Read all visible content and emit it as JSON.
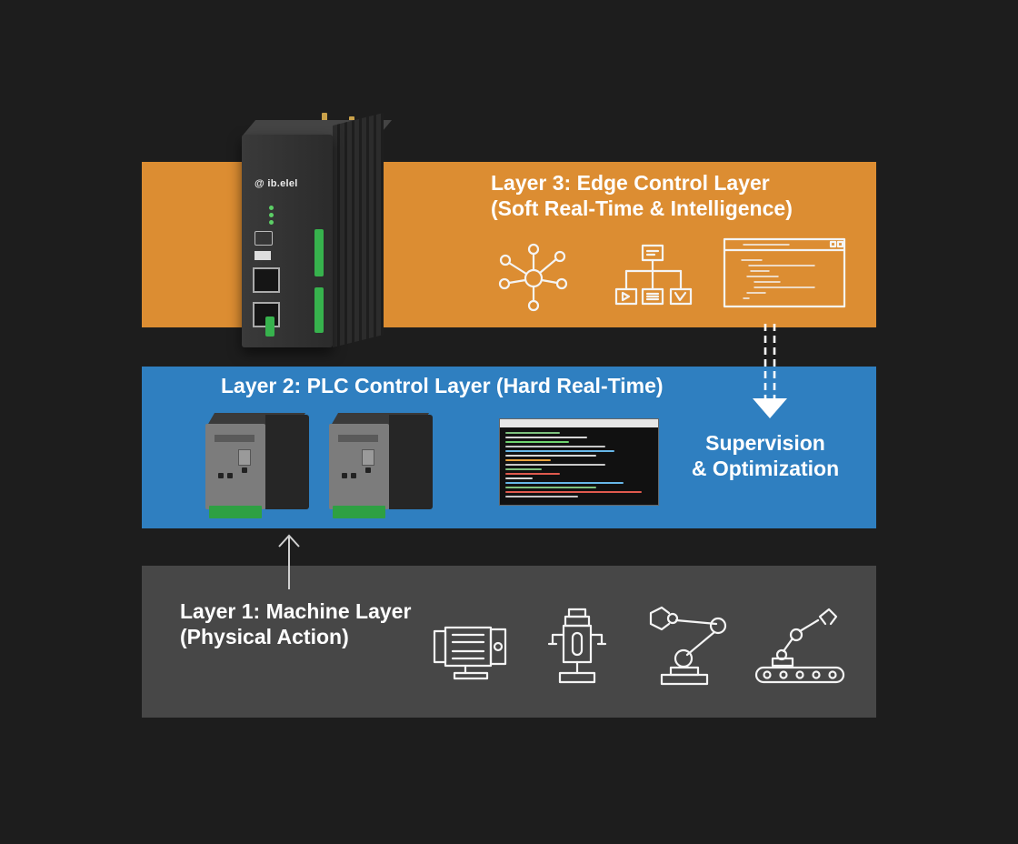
{
  "layers": {
    "layer3": {
      "title_line1": "Layer 3: Edge Control Layer",
      "title_line2": "(Soft Real-Time & Intelligence)"
    },
    "layer2": {
      "title": "Layer 2: PLC Control Layer (Hard Real-Time)"
    },
    "layer1": {
      "title_line1": "Layer 1: Machine Layer",
      "title_line2": "(Physical Action)"
    }
  },
  "supervision": {
    "line1": "Supervision",
    "line2": "& Optimization"
  },
  "device_brand": "@ ib.elel",
  "icons": {
    "layer3": [
      "network-hub-icon",
      "flowchart-icon",
      "code-window-icon"
    ],
    "layer1": [
      "electric-motor-icon",
      "actuator-icon",
      "robot-arm-icon",
      "conveyor-robot-icon"
    ]
  },
  "colors": {
    "background": "#1d1d1d",
    "layer3": "#dc8d32",
    "layer2": "#2f7fc0",
    "layer1": "#474747",
    "text": "#ffffff"
  }
}
